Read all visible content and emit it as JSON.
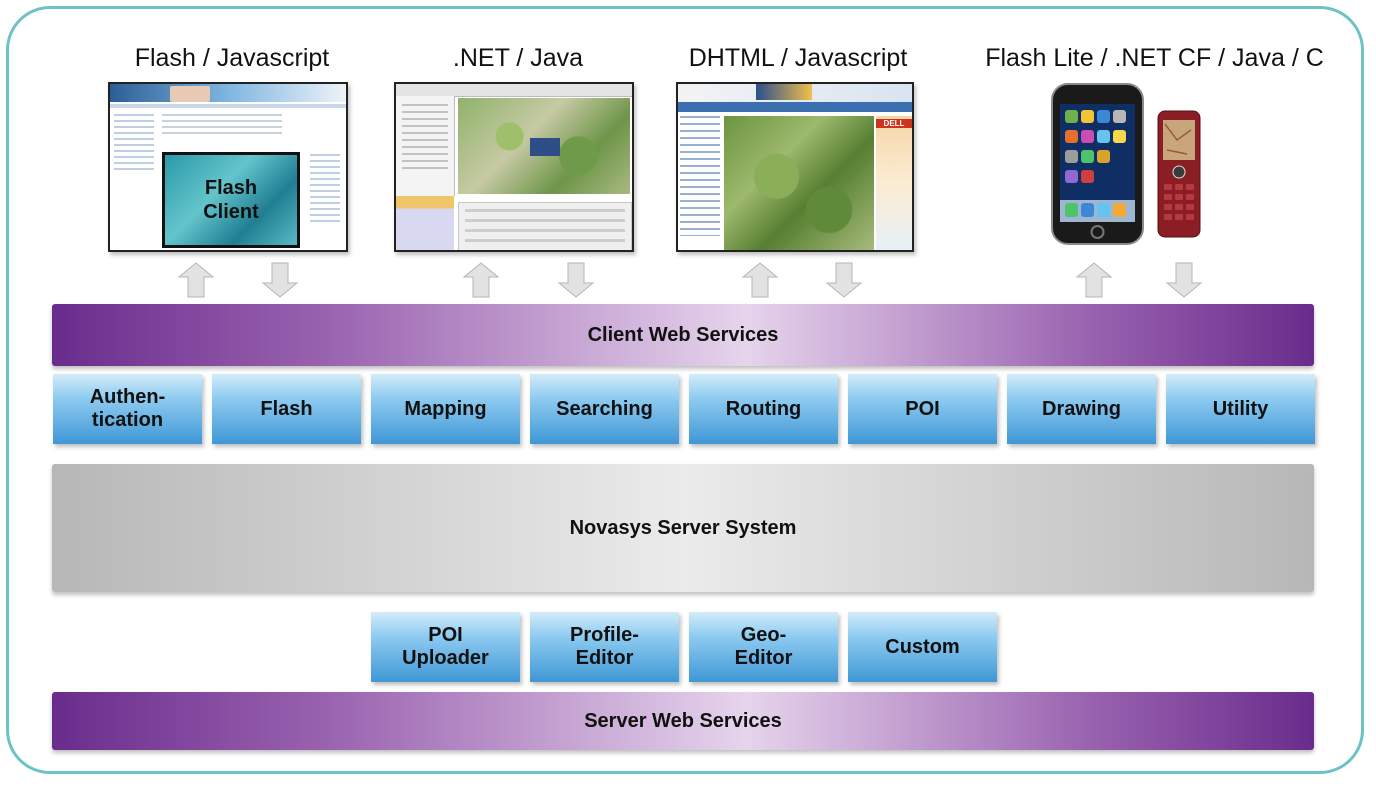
{
  "clients": [
    {
      "label": "Flash / Javascript",
      "inner_label": "Flash\nClient"
    },
    {
      "label": ".NET / Java"
    },
    {
      "label": "DHTML / Javascript",
      "ad_text": "DELL"
    },
    {
      "label": "Flash Lite / .NET CF / Java / C"
    }
  ],
  "client_web_services": "Client Web Services",
  "services": [
    "Authen-\ntication",
    "Flash",
    "Mapping",
    "Searching",
    "Routing",
    "POI",
    "Drawing",
    "Utility"
  ],
  "server_system": "Novasys Server System",
  "server_tools": [
    "POI\nUploader",
    "Profile-\nEditor",
    "Geo-\nEditor",
    "Custom"
  ],
  "server_web_services": "Server Web Services",
  "colors": {
    "frame": "#6cc3c6",
    "band_dark": "#6a2c8c",
    "band_light": "#e6d4ec",
    "service_blue": "#3f97d6",
    "server_gray": "#d6d6d6"
  }
}
